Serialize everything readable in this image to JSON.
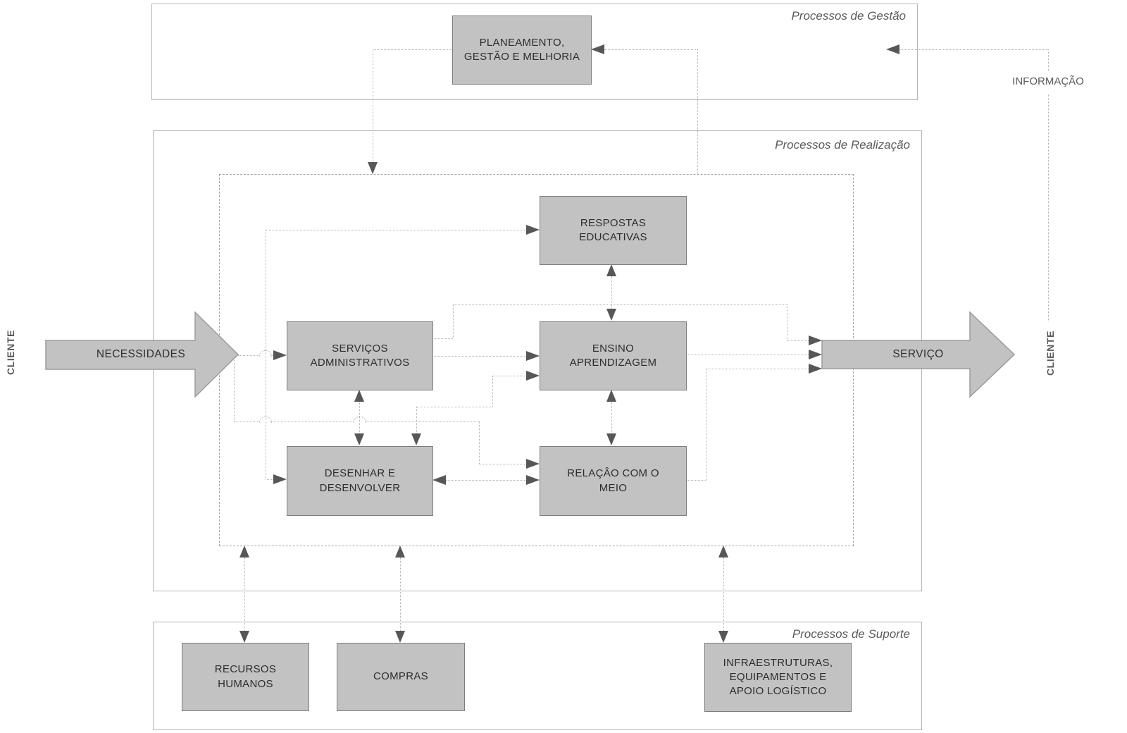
{
  "containers": {
    "gestao": {
      "label": "Processos de Gestão"
    },
    "realizacao": {
      "label": "Processos de Realização"
    },
    "suporte": {
      "label": "Processos de Suporte"
    }
  },
  "boxes": {
    "planeamento": {
      "label": "PLANEAMENTO,\nGESTÃO E MELHORIA"
    },
    "respostas": {
      "label": "RESPOSTAS\nEDUCATIVAS"
    },
    "servicos_administrativos": {
      "label": "SERVIÇOS\nADMINISTRATIVOS"
    },
    "ensino": {
      "label": "ENSINO\nAPRENDIZAGEM"
    },
    "desenhar": {
      "label": "DESENHAR E\nDESENVOLVER"
    },
    "relacao": {
      "label": "RELAÇÂO COM O\nMEIO"
    },
    "recursos_humanos": {
      "label": "RECURSOS\nHUMANOS"
    },
    "compras": {
      "label": "COMPRAS"
    },
    "infraestruturas": {
      "label": "INFRAESTRUTURAS,\nEQUIPAMENTOS E\nAPOIO LOGÍSTICO"
    }
  },
  "arrows": {
    "necessidades": {
      "label": "NECESSIDADES"
    },
    "servico": {
      "label": "SERVIÇO"
    }
  },
  "labels": {
    "cliente_left": "CLIENTE",
    "cliente_right": "CLIENTE",
    "informacao": "INFORMAÇÃO"
  },
  "colors": {
    "box_fill": "#c2c2c2",
    "box_border": "#7d7d7d",
    "container_border": "#b5b5b5",
    "connector": "#b3b3b3",
    "arrowhead": "#575757",
    "box_text": "#2d2d2d",
    "muted_text": "#5a5a5a"
  }
}
